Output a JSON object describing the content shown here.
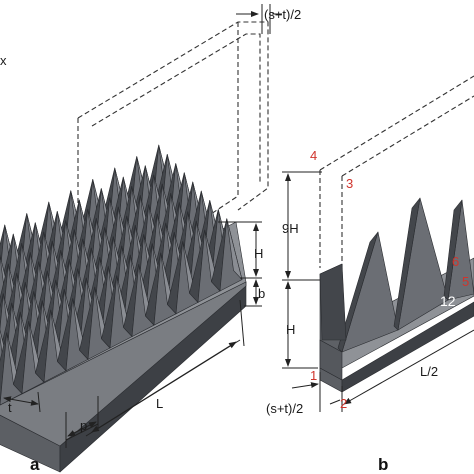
{
  "labels": {
    "axis_x": "x",
    "st_half_top": "(s+t)/2",
    "st_half_bottom": "(s+t)/2",
    "h_left": "H",
    "b_left": "b",
    "t_left": "t",
    "p_left": "p",
    "L_left": "L",
    "nine_h": "9H",
    "h_right": "H",
    "L_half": "L/2",
    "panel_a": "a",
    "panel_b": "b"
  },
  "markers": {
    "n1": "1",
    "n2": "2",
    "n3": "3",
    "n4": "4",
    "n5": "5",
    "n6": "6",
    "n12": "12"
  },
  "colors": {
    "pyramid_front": "#6b6e74",
    "pyramid_side": "#43464b",
    "pyramid_light": "#8a8d93",
    "base_top": "#8f9297",
    "base_front": "#5c5f64",
    "base_side": "#3d4045",
    "marker_red": "#d0342c",
    "line": "#222222"
  }
}
